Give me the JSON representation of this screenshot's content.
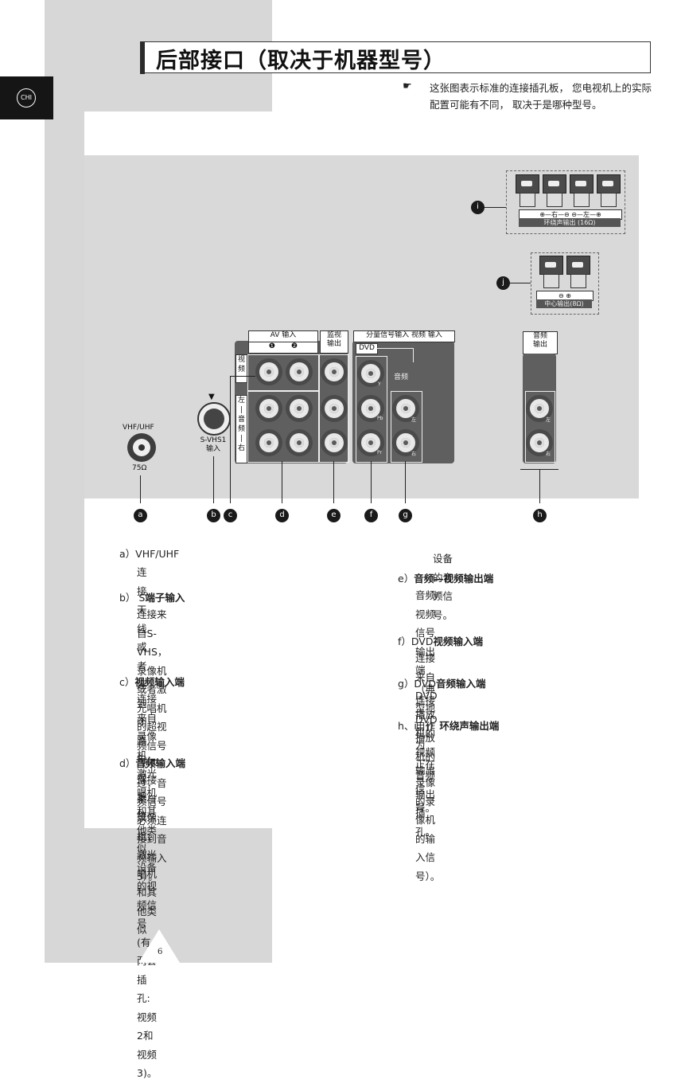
{
  "lang_badge": "CHI",
  "title": "后部接口（取决于机器型号）",
  "note": "这张图表示标准的连接插孔板， 您电视机上的实际配置可能有不同， 取决于是哪种型号。",
  "diagram": {
    "av_in": "AV 输入",
    "av_num1": "❶",
    "av_num2": "❷",
    "monitor": "监视\n输出",
    "component": "分量信号输入  视频  输入",
    "dvd": "DVD",
    "audio_mid": "音频",
    "video_side": "视\n频",
    "audio_side": "左\n|\n音\n频\n|\n右",
    "vhf": "VHF/UHF",
    "ohm": "75Ω",
    "svhs": "S-VHS1\n输入",
    "audio_out": "音频\n输出",
    "surround_pol": "⊕—右—⊖    ⊖—左—⊕",
    "surround_label": "环绕声输出 (16Ω)",
    "center_pol": "⊖      ⊕",
    "center_label": "中心输出(8Ω)",
    "y": "Y",
    "pb": "Pb",
    "pr": "Pr",
    "left": "左",
    "right": "右"
  },
  "callouts": [
    "a",
    "b",
    "c",
    "d",
    "e",
    "f",
    "g",
    "h",
    "i",
    "j"
  ],
  "left_col": [
    {
      "head": "a）VHF/UHF",
      "bold": "",
      "body": "连接天线或者连到闭路电视系统"
    },
    {
      "head": "b）  S",
      "bold": "端子输入",
      "body": "连接来自S-VHS，录像机或者激光唱机\n的超视频信号（不过，音频信号必须连\n接到音频输入3）。"
    },
    {
      "head": "c）",
      "bold": "视频输入端",
      "body": "连接来自录像机，激光唱机和其他类似\n设备的视频信号(有两套插孔:视频2和\n视频3)。"
    },
    {
      "head": "d）",
      "bold": "音频输入端",
      "body": "连接来自录像机，激光唱机和其他类似"
    }
  ],
  "right_col": [
    {
      "head": "",
      "bold": "",
      "body": "设备的音频信号。"
    },
    {
      "head": "e）",
      "bold": "音频—视频输出端",
      "body": "音频/视频信号输出端（典型地用作为\n正在录像的录像机的输入信号）。"
    },
    {
      "head": "f）DVD",
      "bold": "视频输入端",
      "body": "连接来自DVD播放机的视频输出信号。"
    },
    {
      "head": "g）DVD",
      "bold": "音频输入端",
      "body": "连接DVD播放机的音频输出插孔。"
    },
    {
      "head": "h、i、j）",
      "bold": "环绕声输出端",
      "body": ""
    }
  ],
  "page_number": "6"
}
